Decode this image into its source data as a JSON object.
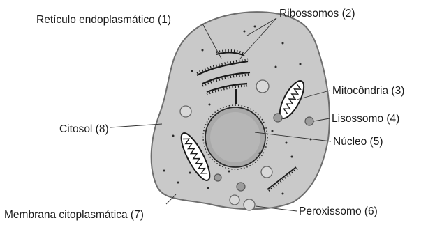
{
  "labels": {
    "reticulo": "Retículo endoplasmático (1)",
    "ribossomos": "Ribossomos (2)",
    "mitocondria": "Mitocôndria (3)",
    "lisossomo": "Lisossomo (4)",
    "nucleo": "Núcleo (5)",
    "peroxissomo": "Peroxissomo (6)",
    "membrana": "Membrana citoplasmática (7)",
    "citosol": "Citosol (8)"
  },
  "colors": {
    "cytoplasm": "#c9c9c9",
    "membrane_edge": "#6e6e6e",
    "nucleus": "#a9a9a9",
    "nucleus_inner": "#b6b6b6",
    "organelle": "#9c9c9c",
    "ink": "#1a1a1a",
    "ribosome": "#2a2a2a"
  }
}
